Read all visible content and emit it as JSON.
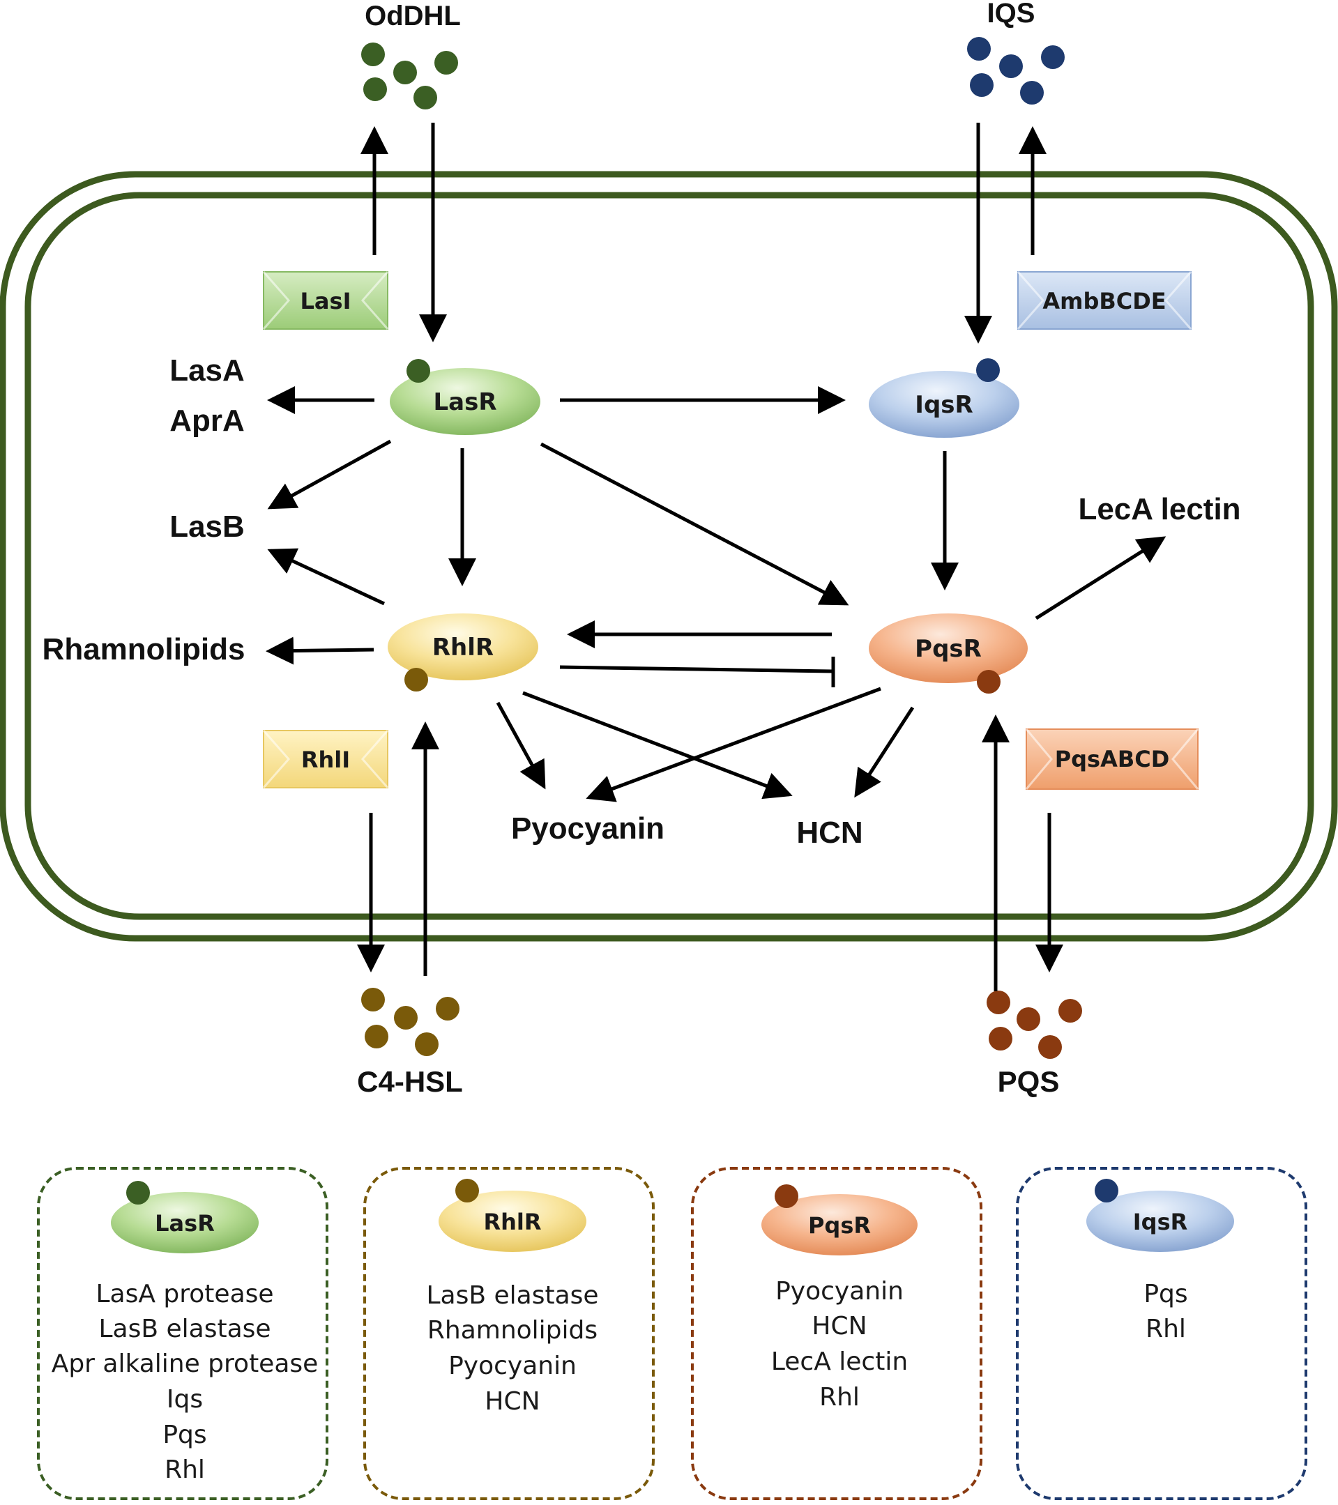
{
  "signals": {
    "oddhl": "OdDHL",
    "iqs": "IQS",
    "c4hsl": "C4-HSL",
    "pqs": "PQS"
  },
  "synthases": {
    "lasI": "LasI",
    "ambBCDE": "AmbBCDE",
    "rhlI": "RhlI",
    "pqsABCD": "PqsABCD"
  },
  "receptors": {
    "lasR": "LasR",
    "iqsR": "IqsR",
    "rhlR": "RhlR",
    "pqsR": "PqsR"
  },
  "products": {
    "lasA": "LasA",
    "aprA": "AprA",
    "lasB": "LasB",
    "rhamnolipids": "Rhamnolipids",
    "pyocyanin": "Pyocyanin",
    "hcn": "HCN",
    "lecA": "LecA lectin"
  },
  "legend": {
    "lasR": {
      "title": "LasR",
      "items": [
        "LasA protease",
        "LasB elastase",
        "Apr alkaline protease",
        "Iqs",
        "Pqs",
        "Rhl"
      ]
    },
    "rhlR": {
      "title": "RhlR",
      "items": [
        "LasB elastase",
        "Rhamnolipids",
        "Pyocyanin",
        "HCN"
      ]
    },
    "pqsR": {
      "title": "PqsR",
      "items": [
        "Pyocyanin",
        "HCN",
        "LecA lectin",
        "Rhl"
      ]
    },
    "iqsR": {
      "title": "IqsR",
      "items": [
        "Pqs",
        "Rhl"
      ]
    }
  },
  "colors": {
    "membrane": "#3d5a1f",
    "las_green": "#3b5f24",
    "rhl_brown": "#7a5a0a",
    "pqs_brown": "#8a3a10",
    "iqs_navy": "#1e3a6e",
    "arrow": "#000000"
  }
}
